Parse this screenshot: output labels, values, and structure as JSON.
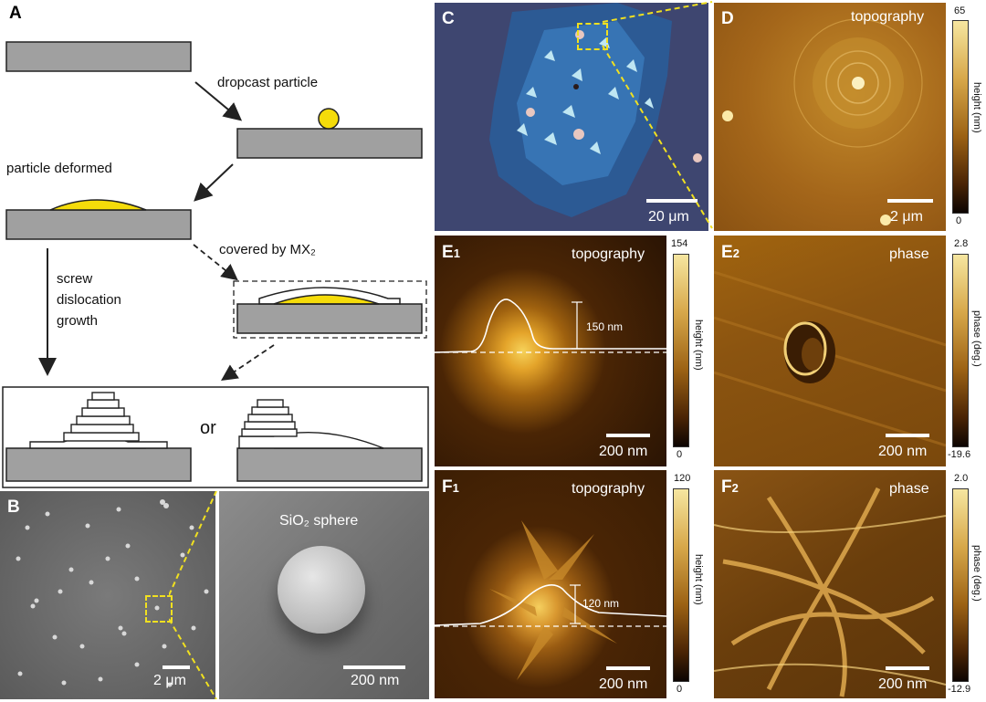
{
  "panel_a": {
    "label": "A",
    "steps": {
      "dropcast": "dropcast particle",
      "deformed": "particle deformed",
      "covered": "covered by MX₂",
      "screw_line1": "screw",
      "screw_line2": "dislocation",
      "screw_line3": "growth",
      "or": "or"
    }
  },
  "panel_b": {
    "label": "B",
    "scale_left": "2 μm",
    "zoom_title": "SiO₂ sphere",
    "scale_right": "200 nm"
  },
  "panel_c": {
    "label": "C",
    "scale": "20 μm"
  },
  "panel_d": {
    "label": "D",
    "mode": "topography",
    "scale": "2 μm",
    "cbar_max": "65",
    "cbar_min": "0",
    "cbar_title": "height (nm)"
  },
  "panel_e1": {
    "label_letter": "E",
    "label_sub": "1",
    "mode": "topography",
    "scale": "200 nm",
    "profile_label": "150 nm",
    "cbar_max": "154",
    "cbar_min": "0",
    "cbar_title": "height (nm)"
  },
  "panel_e2": {
    "label_letter": "E",
    "label_sub": "2",
    "mode": "phase",
    "scale": "200 nm",
    "cbar_max": "2.8",
    "cbar_min": "-19.6",
    "cbar_title": "phase (deg.)"
  },
  "panel_f1": {
    "label_letter": "F",
    "label_sub": "1",
    "mode": "topography",
    "scale": "200 nm",
    "profile_label": "120 nm",
    "cbar_max": "120",
    "cbar_min": "0",
    "cbar_title": "height (nm)"
  },
  "panel_f2": {
    "label_letter": "F",
    "label_sub": "2",
    "mode": "phase",
    "scale": "200 nm",
    "cbar_max": "2.0",
    "cbar_min": "-12.9",
    "cbar_title": "phase (deg.)"
  },
  "colors": {
    "substrate": "#a0a0a0",
    "particle": "#f5dc0a",
    "highlight": "#f0e020",
    "afm_dark": "#1a0c03",
    "afm_bright": "#f3d27a"
  }
}
